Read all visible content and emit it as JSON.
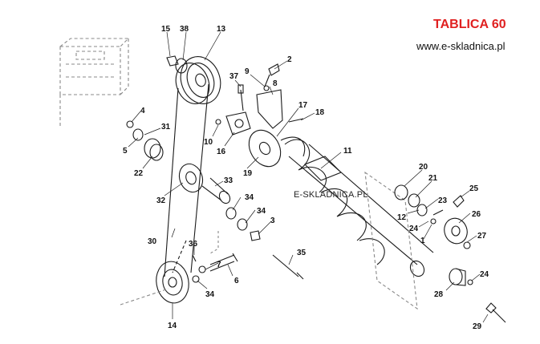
{
  "header": {
    "title": "TABLICA 60",
    "url": "www.e-skladnica.pl"
  },
  "watermark": "E-SKLADNICA.PL",
  "colors": {
    "title": "#e02020",
    "ink": "#1a1a1a",
    "faint": "#8a8a8a"
  },
  "callouts": {
    "p15": "15",
    "p38": "38",
    "p13": "13",
    "p2": "2",
    "p9": "9",
    "p8": "8",
    "p37": "37",
    "p4": "4",
    "p31": "31",
    "p5": "5",
    "p17": "17",
    "p18": "18",
    "p22": "22",
    "p10": "10",
    "p16": "16",
    "p11": "11",
    "p19": "19",
    "p33": "33",
    "p32": "32",
    "p34a": "34",
    "p34b": "34",
    "p3": "3",
    "p20": "20",
    "p21": "21",
    "p23": "23",
    "p25": "25",
    "p12": "12",
    "p26": "26",
    "p24a": "24",
    "p1": "1",
    "p27": "27",
    "p30": "30",
    "p36": "36",
    "p35": "35",
    "p7": "7",
    "p6": "6",
    "p34c": "34",
    "p14": "14",
    "p28": "28",
    "p24b": "24",
    "p29": "29"
  }
}
